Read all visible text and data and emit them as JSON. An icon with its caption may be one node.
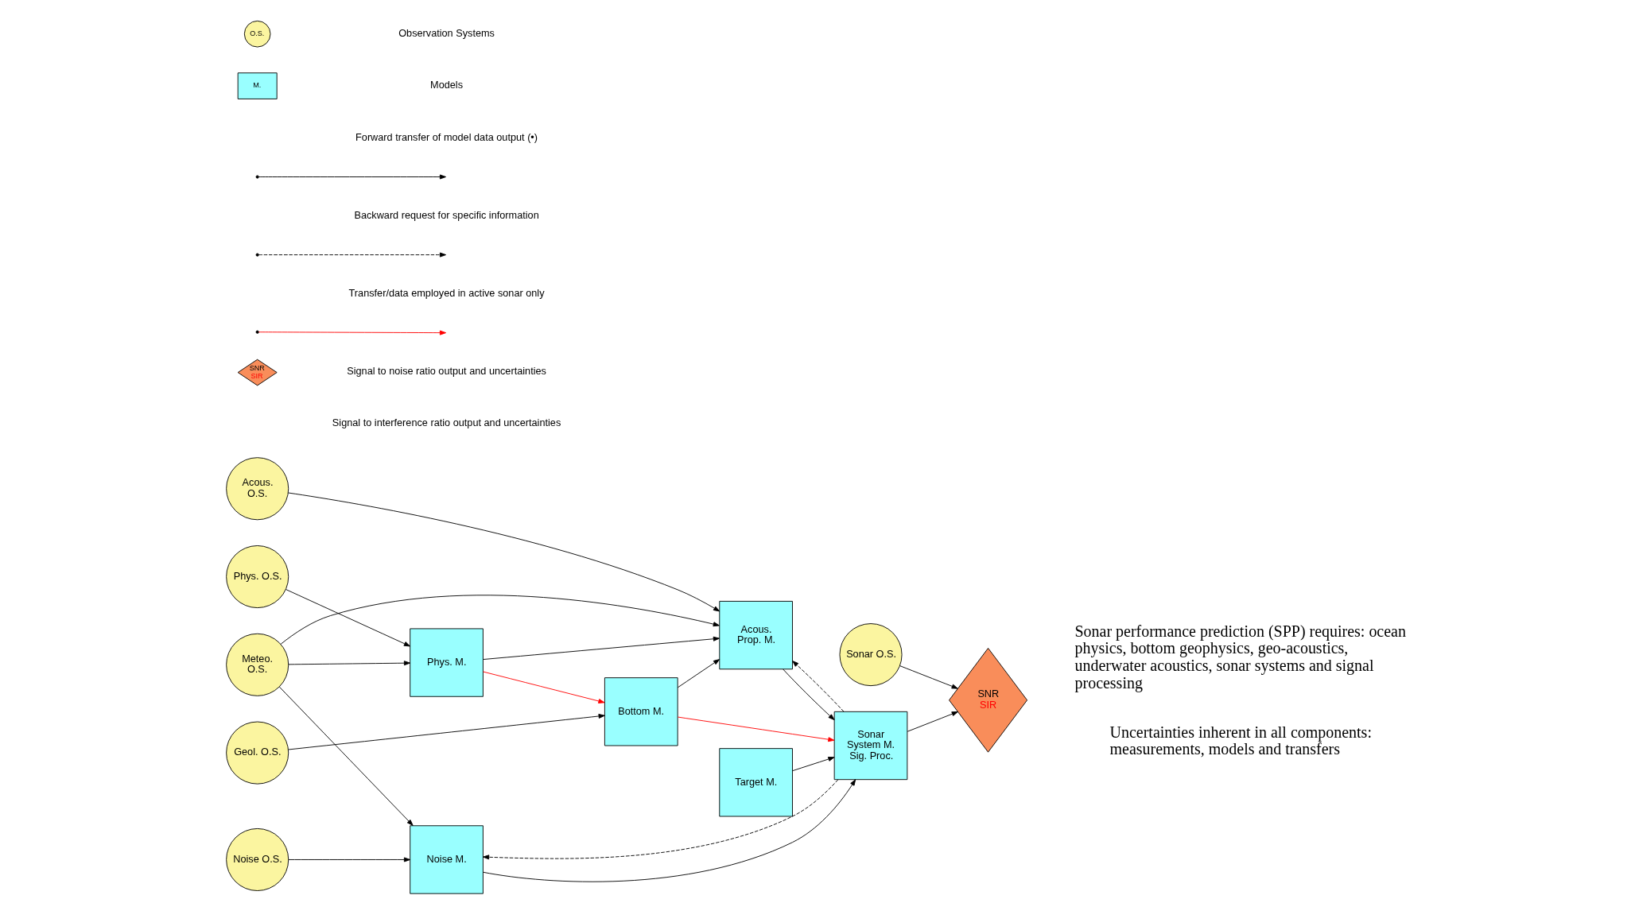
{
  "diagram": {
    "nodes": [
      {
        "text": [
          "Acous. O.S."
        ]
      },
      {
        "text": [
          "Sonar O.S."
        ]
      },
      {
        "text": [
          "Phys. O.S."
        ]
      },
      {
        "text": [
          "Phys. M."
        ]
      },
      {
        "text": [
          "Acous. Prop. M."
        ]
      },
      {
        "text": [
          "Sonar System M. Sig. Proc."
        ]
      },
      {
        "text": [
          "SNR",
          "SIR"
        ]
      },
      {
        "text": [
          "Meteo. O.S."
        ]
      },
      {
        "text": [
          "Target M."
        ]
      },
      {
        "text": [
          "Geol. O.S."
        ]
      },
      {
        "text": [
          "Bottom M."
        ]
      },
      {
        "text": [
          "Noise O.S."
        ]
      },
      {
        "text": [
          "Noise M."
        ]
      }
    ],
    "edges": [
      {
        "from": 0,
        "to": 4,
        "arrow": "to"
      },
      {
        "from": 7,
        "to": 4,
        "arrow": "to"
      },
      {
        "from": 2,
        "to": 3,
        "arrow": "to"
      },
      {
        "from": 3,
        "to": 4,
        "arrow": "to"
      },
      {
        "from": 4,
        "to": 5,
        "arrow": "to"
      },
      {
        "from": 5,
        "to": 4,
        "arrow": "to",
        "style": "dashed"
      },
      {
        "from": 5,
        "to": 6,
        "arrow": "to"
      },
      {
        "from": 1,
        "to": 6,
        "arrow": "to"
      },
      {
        "from": 7,
        "to": 3,
        "arrow": "to"
      },
      {
        "from": 3,
        "to": 10,
        "arrow": "to",
        "color": "#ff0000"
      },
      {
        "from": 10,
        "to": 4,
        "arrow": "to"
      },
      {
        "from": 10,
        "to": 5,
        "arrow": "to",
        "color": "#ff0000"
      },
      {
        "from": 8,
        "to": 5,
        "arrow": "to"
      },
      {
        "from": 9,
        "to": 10,
        "arrow": "to"
      },
      {
        "from": 7,
        "to": 12,
        "arrow": "to"
      },
      {
        "from": 11,
        "to": 12,
        "arrow": "to"
      },
      {
        "from": 5,
        "to": 12,
        "arrow": "to",
        "style": "dashed"
      },
      {
        "from": 12,
        "to": 5,
        "arrow": "to"
      }
    ],
    "labels": [
      "O.S.",
      "M.",
      "SNR",
      "SIR",
      "Sonar performance prediction (SPP) requires: ocean physics, bottom geophysics, geo-acoustics, underwater acoustics, sonar systems and signal processing",
      "Uncertainties inherent in all components: measurements, models and transfers"
    ],
    "legend": [
      {
        "text": "Observation Systems"
      },
      {
        "text": "Models"
      },
      {
        "text": "Forward transfer of model data output (•)"
      },
      {
        "text": "Backward request for specific information"
      },
      {
        "text": "Transfer/data employed in active sonar only"
      },
      {
        "text": "Signal to noise ratio output and uncertainties"
      },
      {
        "text": "Signal to interference ratio output and uncertainties"
      }
    ]
  }
}
